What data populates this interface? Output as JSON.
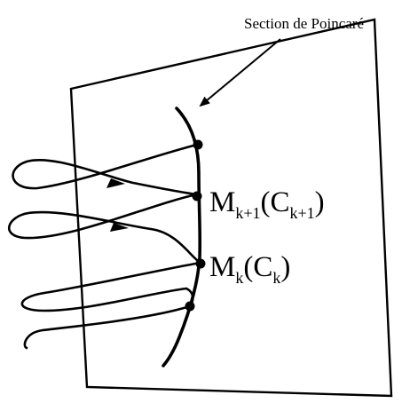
{
  "diagram": {
    "section_label": "Section de Poincaré",
    "points": [
      {
        "name": "M",
        "sub": "k+1",
        "paren_open": "(",
        "cname": "C",
        "csub": "k+1",
        "paren_close": ")"
      },
      {
        "name": "M",
        "sub": "k",
        "paren_open": "(",
        "cname": "C",
        "csub": "k",
        "paren_close": ")"
      }
    ]
  }
}
